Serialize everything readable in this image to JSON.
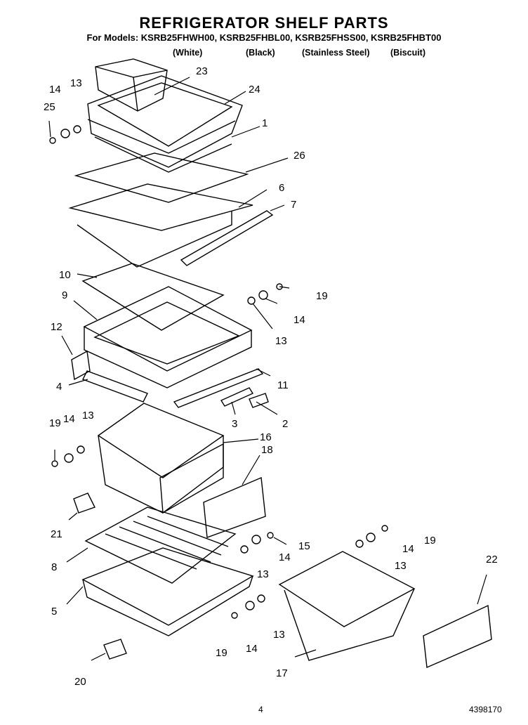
{
  "header": {
    "title": "REFRIGERATOR SHELF PARTS",
    "models": "For Models: KSRB25FHWH00, KSRB25FHBL00, KSRB25FHSS00, KSRB25FHBT00",
    "finishes": [
      "(White)",
      "(Black)",
      "(Stainless Steel)",
      "(Biscuit)"
    ]
  },
  "callouts": [
    "1",
    "2",
    "3",
    "4",
    "5",
    "6",
    "7",
    "8",
    "9",
    "10",
    "11",
    "12",
    "13",
    "13",
    "13",
    "13",
    "13",
    "13",
    "14",
    "14",
    "14",
    "14",
    "14",
    "14",
    "16",
    "17",
    "18",
    "19",
    "19",
    "19",
    "19",
    "20",
    "21",
    "22",
    "23",
    "24",
    "25",
    "26",
    "15"
  ],
  "footer": {
    "page": "4",
    "doc_number": "4398170"
  }
}
